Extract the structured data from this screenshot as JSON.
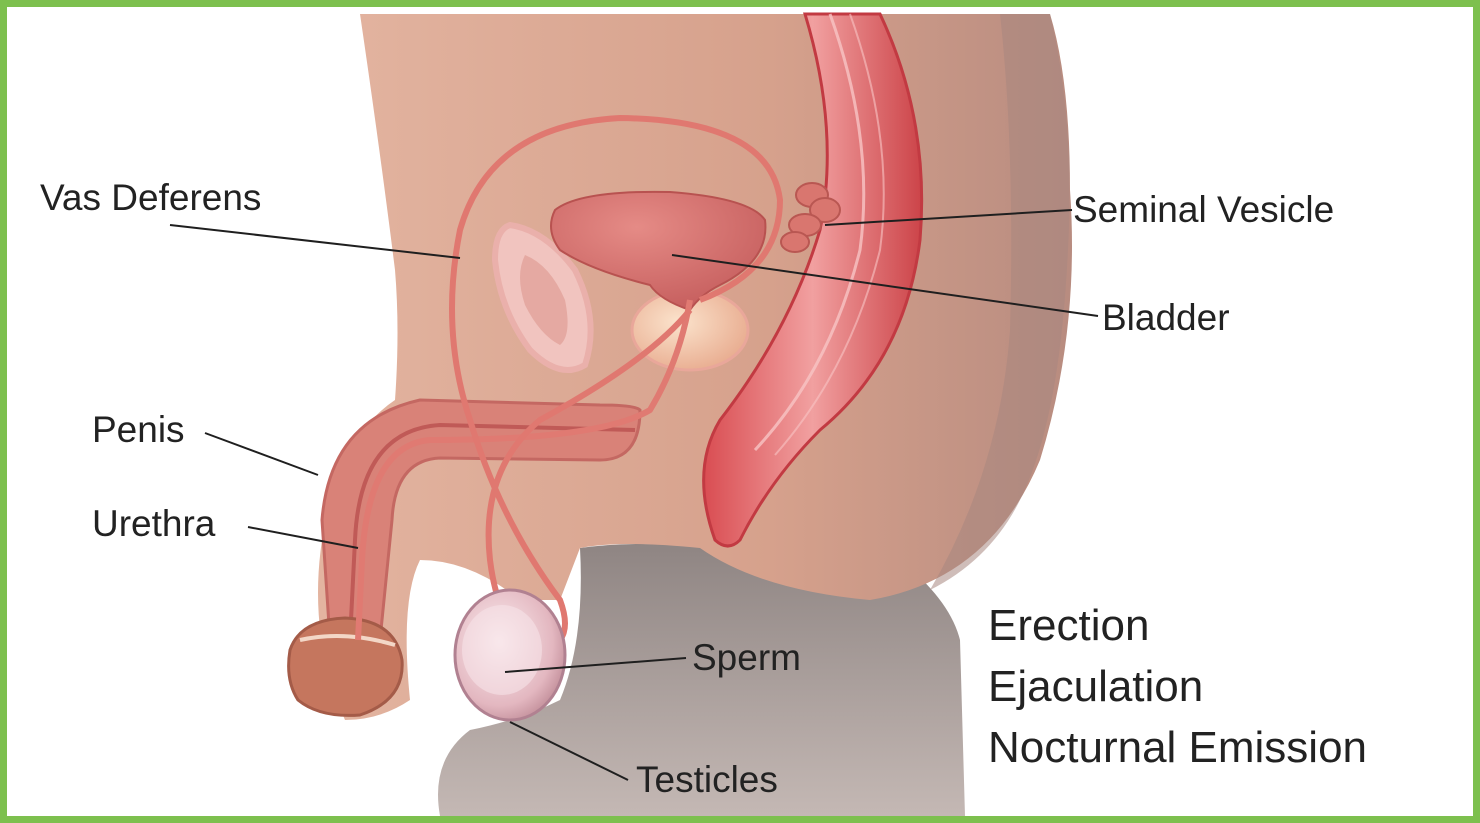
{
  "labels": {
    "vas_deferens": "Vas Deferens",
    "seminal_vesicle": "Seminal Vesicle",
    "bladder": "Bladder",
    "penis": "Penis",
    "urethra": "Urethra",
    "sperm": "Sperm",
    "testicles": "Testicles"
  },
  "topics": [
    "Erection",
    "Ejaculation",
    "Nocturnal Emission"
  ],
  "colors": {
    "border": "#7dc04e",
    "skin": "#d9a48e",
    "skin_shadow": "#9a8c88",
    "organ": "#d9716f",
    "rectum": "#e7686a",
    "text": "#222222"
  }
}
